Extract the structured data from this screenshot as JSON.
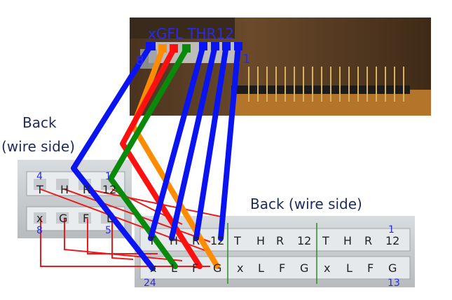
{
  "labels": {
    "back_left_line1": "Back",
    "back_left_line2": "(wire side)",
    "back_right": "Back (wire side)",
    "header_pins": "xGFL THR12",
    "header_pin_8": "8",
    "header_pin_1": "1"
  },
  "left_connector": {
    "pin_4": "4",
    "pin_1": "1",
    "pin_8": "8",
    "pin_5": "5",
    "top_row": [
      "T",
      "H",
      "R",
      "12"
    ],
    "bottom_row": [
      "x",
      "G",
      "F",
      "L"
    ]
  },
  "right_connector": {
    "pin_1": "1",
    "pin_24": "24",
    "pin_13": "13",
    "top_row": [
      "T",
      "H",
      "R",
      "12",
      "T",
      "H",
      "R",
      "12",
      "T",
      "H",
      "R",
      "12"
    ],
    "bottom_row": [
      "x",
      "L",
      "F",
      "G",
      "x",
      "L",
      "F",
      "G",
      "x",
      "L",
      "F",
      "G"
    ]
  },
  "colors": {
    "wire_blue": "#0a14f0",
    "wire_orange": "#ff8c00",
    "wire_red": "#ff1010",
    "wire_green": "#0a8a0a",
    "jumper_red": "#e81c1c",
    "pin_number_blue": "#2a2ae8",
    "board_brown": "#5a3a1c"
  }
}
